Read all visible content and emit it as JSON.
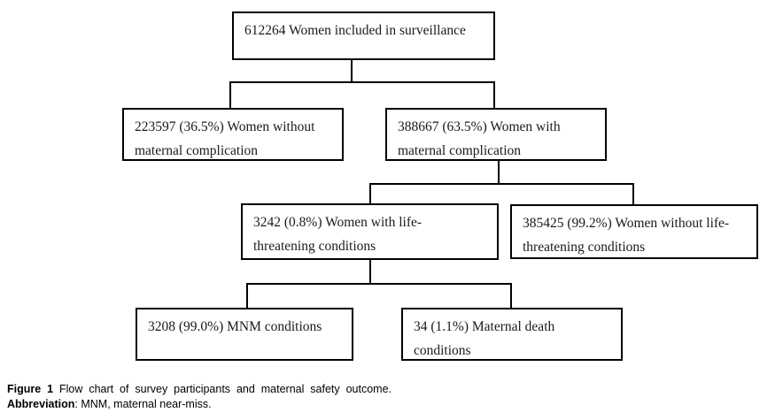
{
  "figure": {
    "background": "#ffffff",
    "line_color": "#000000",
    "text_color": "#1a1a1a"
  },
  "flowchart": {
    "type": "flow",
    "nodes": [
      {
        "id": "surveillance",
        "value": 612264,
        "lines": [
          "612264 Women included in surveillance"
        ]
      },
      {
        "id": "without-complication",
        "value": 223597,
        "percent": "36.5%",
        "lines": [
          "223597 (36.5%) Women without",
          "maternal complication"
        ]
      },
      {
        "id": "with-complication",
        "value": 388667,
        "percent": "63.5%",
        "lines": [
          "388667 (63.5%) Women with",
          "maternal complication"
        ]
      },
      {
        "id": "life-threatening",
        "value": 3242,
        "percent": "0.8%",
        "lines": [
          "3242 (0.8%) Women with life-",
          "threatening conditions"
        ]
      },
      {
        "id": "without-life-threatening",
        "value": 385425,
        "percent": "99.2%",
        "lines": [
          "385425 (99.2%) Women without life-",
          "threatening conditions"
        ]
      },
      {
        "id": "mnm-conditions",
        "value": 3208,
        "percent": "99.0%",
        "lines": [
          "3208 (99.0%) MNM conditions"
        ]
      },
      {
        "id": "maternal-death",
        "value": 34,
        "percent": "1.1%",
        "lines": [
          "34 (1.1%) Maternal death",
          "conditions"
        ]
      }
    ],
    "edges": [
      {
        "from": "surveillance",
        "to": "without-complication"
      },
      {
        "from": "surveillance",
        "to": "with-complication"
      },
      {
        "from": "with-complication",
        "to": "life-threatening"
      },
      {
        "from": "with-complication",
        "to": "without-life-threatening"
      },
      {
        "from": "life-threatening",
        "to": "mnm-conditions"
      },
      {
        "from": "life-threatening",
        "to": "maternal-death"
      }
    ]
  },
  "caption": {
    "figure_label": "Figure 1",
    "figure_text": "Flow chart of survey participants and maternal safety outcome.",
    "abbreviation_label": "Abbreviation",
    "abbreviation_text": ": MNM, maternal near-miss."
  }
}
